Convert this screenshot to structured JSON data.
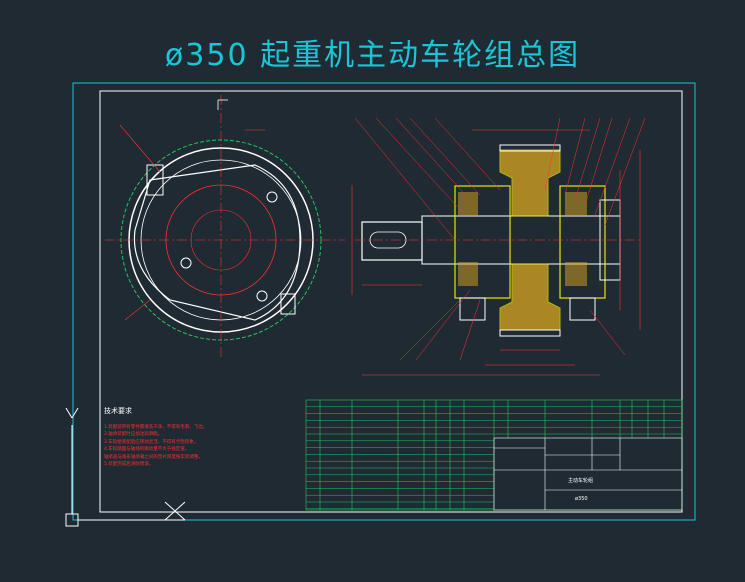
{
  "drawing": {
    "title": "ø350  起重机主动车轮组总图",
    "technical_requirements_heading": "技术要求",
    "technical_requirements": [
      "1.装配前所有零件需清洗干净，不得有毛刺、飞边。",
      "2.轴承装配时应加注润滑脂。",
      "3.车轮组装配后应转动灵活，不得有卡阻现象。",
      "4.车轮踏面与轴线的跳动量不大于规定值，",
      "轴承盖与角形轴承箱之间的垫片厚度按实际调整，",
      "5.装配完成后涂防锈漆。"
    ],
    "title_block": {
      "drawing_name": "主动车轮组",
      "code": "ø350"
    },
    "colors": {
      "frame": "#ffffff",
      "outer_frame": "#18c6d8",
      "hidden": "#22c55e",
      "dimension": "#ff3030",
      "part": "#e6e600",
      "section": "#d9a520",
      "centerline": "#ff3030",
      "table": "#22c55e",
      "background": "#1f2a33"
    }
  }
}
